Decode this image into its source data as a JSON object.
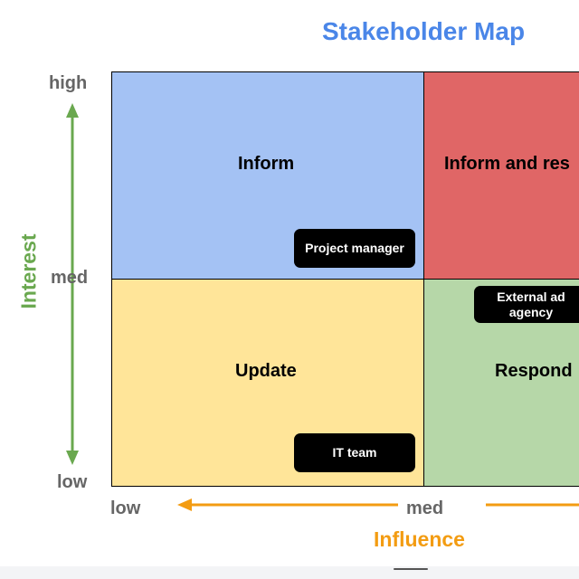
{
  "title": "Stakeholder Map",
  "y_axis": {
    "title": "Interest",
    "ticks": {
      "high": "high",
      "med": "med",
      "low": "low"
    },
    "color": "#6aa84f"
  },
  "x_axis": {
    "title": "Influence",
    "ticks": {
      "low": "low",
      "med": "med"
    },
    "color": "#f39c12"
  },
  "quadrants": {
    "top_left": {
      "label": "Inform",
      "color": "#a4c2f4"
    },
    "top_right": {
      "label": "Inform and res",
      "color": "#e06666"
    },
    "bottom_left": {
      "label": "Update",
      "color": "#ffe599"
    },
    "bottom_right": {
      "label": "Respond",
      "color": "#b6d7a8"
    }
  },
  "stakeholders": {
    "project_manager": "Project manager",
    "it_team": "IT team",
    "external_ad_agency": "External ad agency"
  },
  "title_color": "#4a86e8"
}
